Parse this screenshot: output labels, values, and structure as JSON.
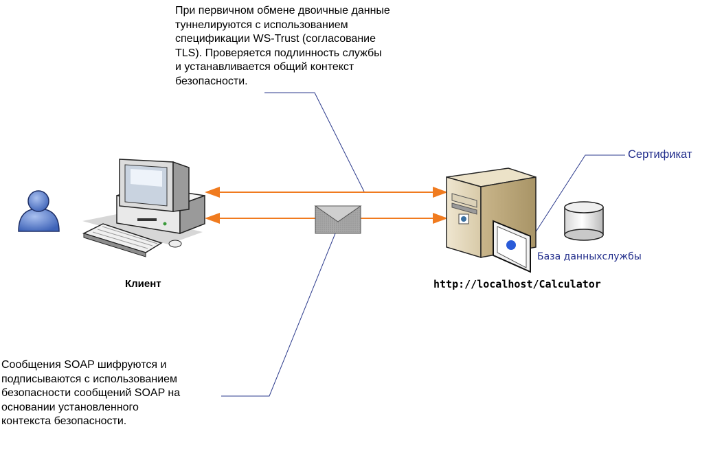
{
  "notes": {
    "handshake": "При первичном обмене двоичные данные\nтуннелируются с использованием\nспецификации WS-Trust (согласование\nTLS). Проверяется подлинность службы\nи устанавливается общий контекст\nбезопасности.",
    "messages": "Сообщения SOAP шифруются и\nподписываются с использованием\nбезопасности сообщений SOAP на\nосновании установленного\nконтекста безопасности."
  },
  "labels": {
    "client": "Клиент",
    "server": "http://localhost/Calculator",
    "certificate": "Сертификат",
    "database": "База данныхслужбы"
  },
  "colors": {
    "arrow": "#f07b1f",
    "callout_line": "#2b3a8c",
    "label_blue": "#1f2b8a"
  },
  "icons": [
    "user-icon",
    "client-computer-icon",
    "server-icon",
    "envelope-icon",
    "certificate-icon",
    "database-icon"
  ]
}
